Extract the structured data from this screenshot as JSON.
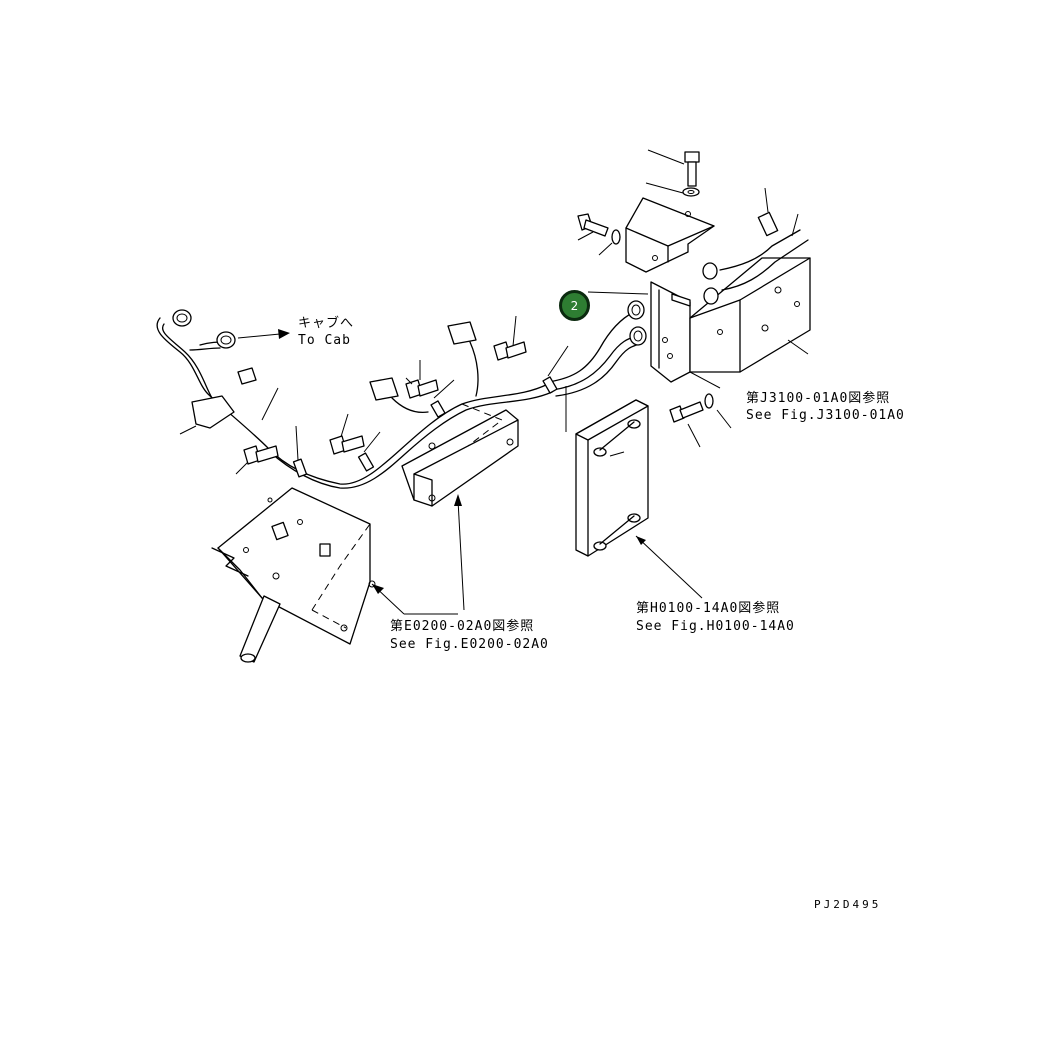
{
  "diagram": {
    "callout": {
      "number": "2",
      "color": "#2e7d32"
    },
    "labels": {
      "to_cab_jp": "キャブへ",
      "to_cab_en": "To Cab",
      "ref_j3100_jp": "第J3100-01A0図参照",
      "ref_j3100_en": "See Fig.J3100-01A0",
      "ref_h0100_jp": "第H0100-14A0図参照",
      "ref_h0100_en": "See Fig.H0100-14A0",
      "ref_e0200_jp": "第E0200-02A0図参照",
      "ref_e0200_en": "See Fig.E0200-02A0"
    },
    "drawing_code": "PJ2D495"
  }
}
